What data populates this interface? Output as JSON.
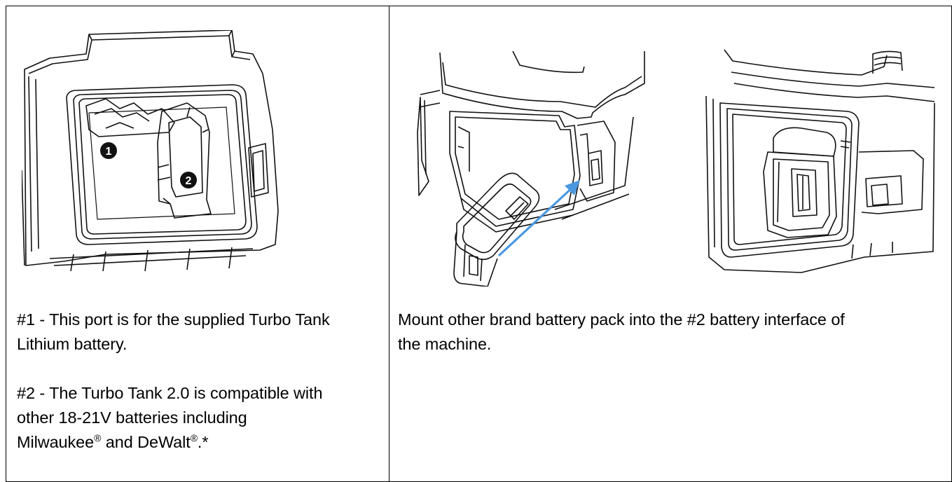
{
  "left_cell": {
    "figure": {
      "callout_1": "1",
      "callout_2": "2",
      "accent": "#111111"
    },
    "paragraph_1": {
      "lead": "#1 - This port is for the supplied Turbo Tank",
      "line2": "Lithium battery."
    },
    "paragraph_2": {
      "line1": "#2 - The Turbo Tank 2.0 is compatible with",
      "line2": "other 18-21V batteries including",
      "brand_1": "Milwaukee",
      "mark_1": "®",
      "joiner": " and DeWalt",
      "mark_2": "®",
      "tail": ".*"
    }
  },
  "right_cell": {
    "figure": {
      "arrow_color": "#4a98e0"
    },
    "paragraph": {
      "line1": "Mount other brand battery pack into the #2 battery interface of",
      "line2": "the machine."
    }
  }
}
